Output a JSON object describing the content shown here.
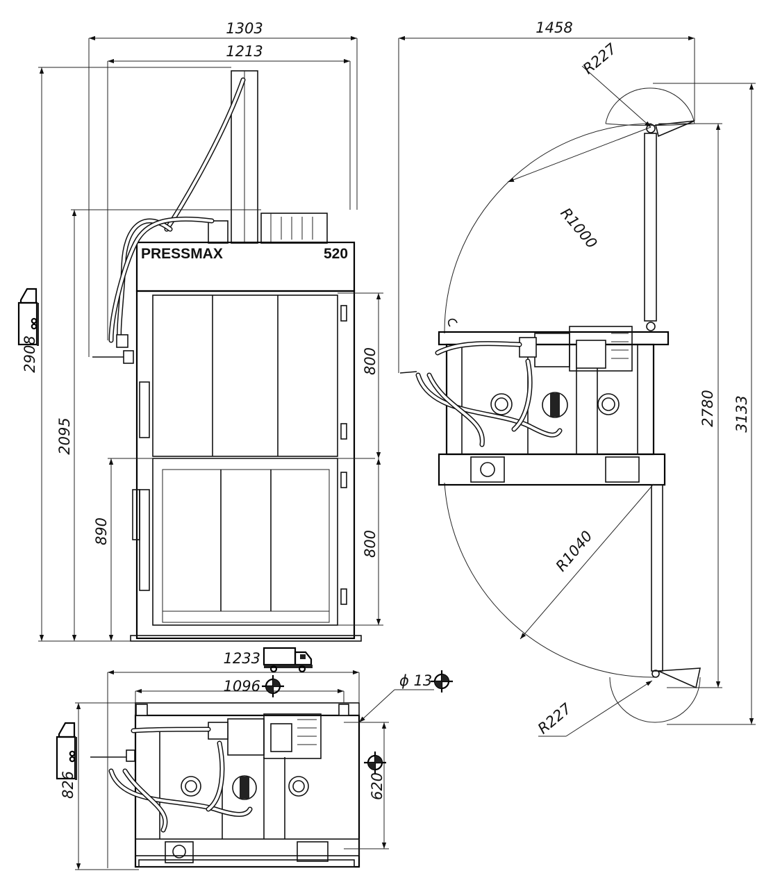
{
  "brand": {
    "name": "PRESSMAX",
    "model": "520"
  },
  "front_view": {
    "width_overall": "1303",
    "width_top": "1213",
    "height_overall": "2908",
    "height_body": "2095",
    "height_loading": "890",
    "door_upper": "800",
    "door_lower": "800"
  },
  "side_view": {
    "width_open": "1458",
    "radius_top_small": "R227",
    "radius_top_door": "R1000",
    "radius_bottom_door": "R1040",
    "radius_bottom_small": "R227",
    "height_door": "2780",
    "height_overall": "3133"
  },
  "top_view": {
    "width_truck": "1233",
    "width_anchor": "1096",
    "hole_diameter": "ϕ 13",
    "depth_overall": "826",
    "depth_anchor": "620"
  },
  "icons": [
    "truck-icon",
    "forklift-icon",
    "anchor-bolt-icon"
  ]
}
